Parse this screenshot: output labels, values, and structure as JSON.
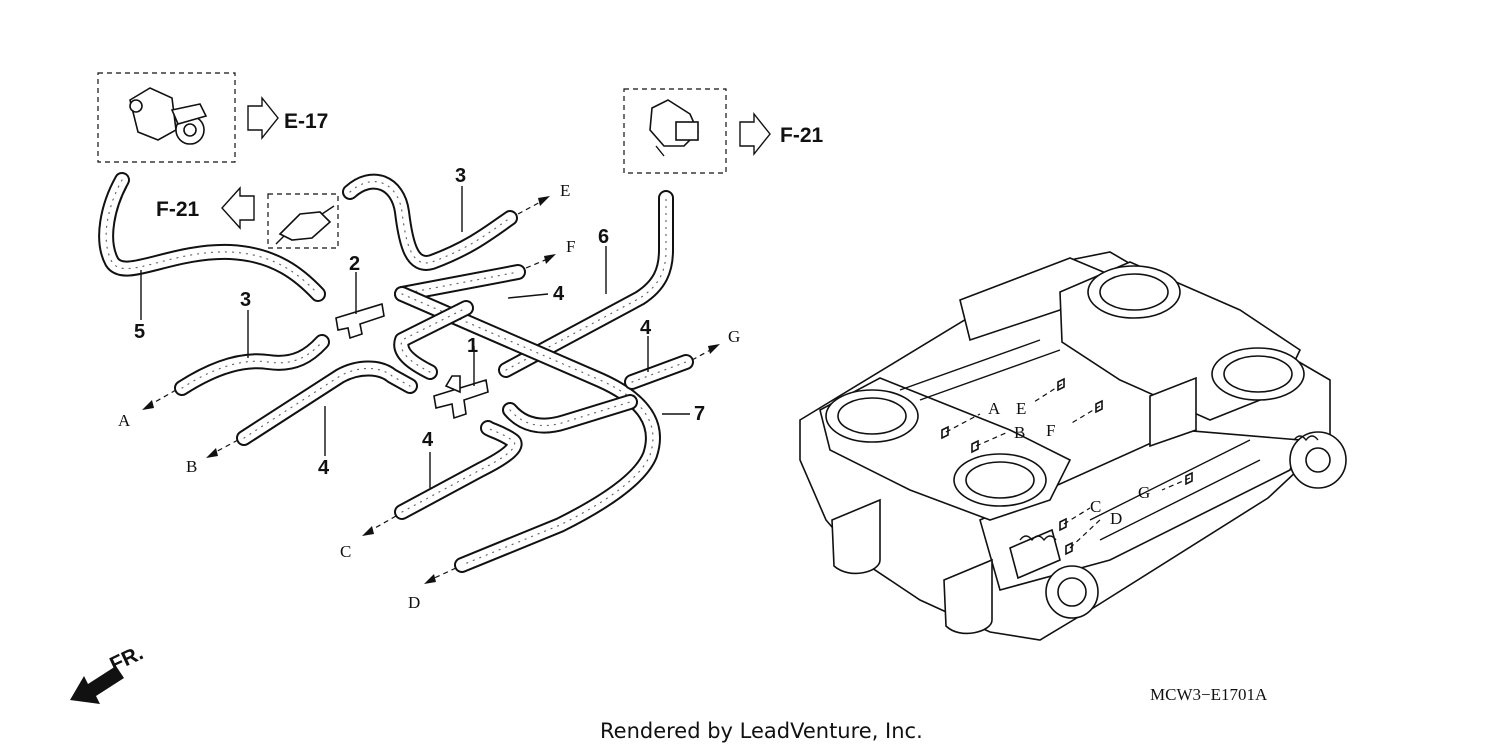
{
  "diagram": {
    "part_numbers": {
      "p1": "1",
      "p2": "2",
      "p3a": "3",
      "p3b": "3",
      "p4a": "4",
      "p4b": "4",
      "p4c": "4",
      "p4d": "4",
      "p5": "5",
      "p6": "6",
      "p7": "7"
    },
    "connection_letters": {
      "hoses": [
        "A",
        "B",
        "C",
        "D",
        "E",
        "F",
        "G"
      ],
      "body": [
        "A",
        "E",
        "B",
        "F",
        "G",
        "C",
        "D"
      ]
    },
    "references": {
      "ref_e17": "E-17",
      "ref_f21_left": "F-21",
      "ref_f21_right": "F-21"
    },
    "direction": "FR.",
    "diagram_code": "MCW3−E1701A"
  },
  "footer": "Rendered by LeadVenture, Inc."
}
